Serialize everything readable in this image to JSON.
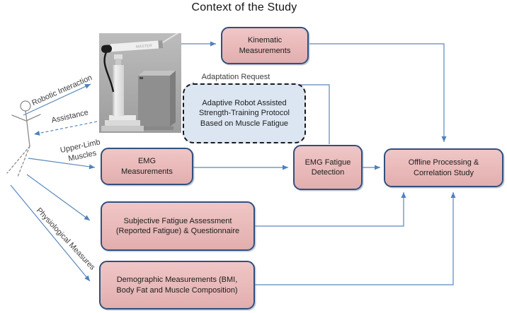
{
  "title": "Context of the Study",
  "photo": {
    "device_label": "MASTER"
  },
  "boxes": {
    "kinematic": "Kinematic\nMeasurements",
    "adaptive_protocol": "Adaptive Robot Assisted\nStrength-Training Protocol\nBased on Muscle Fatigue",
    "emg_measurements": "EMG\nMeasurements",
    "emg_fatigue_detection": "EMG Fatigue\nDetection",
    "offline_processing": "Offline Processing &\nCorrelation Study",
    "subjective_fatigue": "Subjective Fatigue Assessment\n(Reported Fatigue) & Questionnaire",
    "demographic": "Demographic Measurements (BMI,\nBody Fat and Muscle Composition)"
  },
  "edge_labels": {
    "robotic_interaction": "Robotic Interaction",
    "assistance": "Assistance",
    "upper_limb_muscles": "Upper-Limb\nMuscles",
    "physiological_measures": "Physiological Measures",
    "adaptation_request": "Adaptation Request"
  },
  "colors": {
    "box_fill": "#e9b9b9",
    "box_border": "#31507e",
    "protocol_fill": "#dce6f2",
    "protocol_border": "#1a1a1a",
    "arrow": "#5b87bb"
  }
}
